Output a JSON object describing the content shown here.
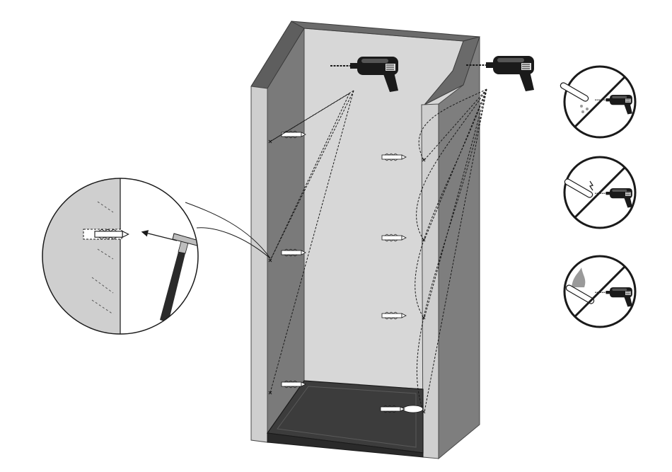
{
  "illustration": {
    "kind": "shower enclosure installation step",
    "steps": [
      "drill-holes",
      "insert-wall-plugs",
      "hammer-plugs-flush"
    ]
  },
  "warnings": [
    {
      "icon": "no-drilling-water-pipe-icon"
    },
    {
      "icon": "no-drilling-electric-cable-icon"
    },
    {
      "icon": "no-drilling-gas-pipe-icon"
    }
  ],
  "colors": {
    "wall_dark": "#6b6b6b",
    "wall_mid": "#8a8a8a",
    "wall_light": "#d7d7d7",
    "profile": "#c9c9c9",
    "tray": "#3c3c3c",
    "ink": "#1a1a1a"
  }
}
